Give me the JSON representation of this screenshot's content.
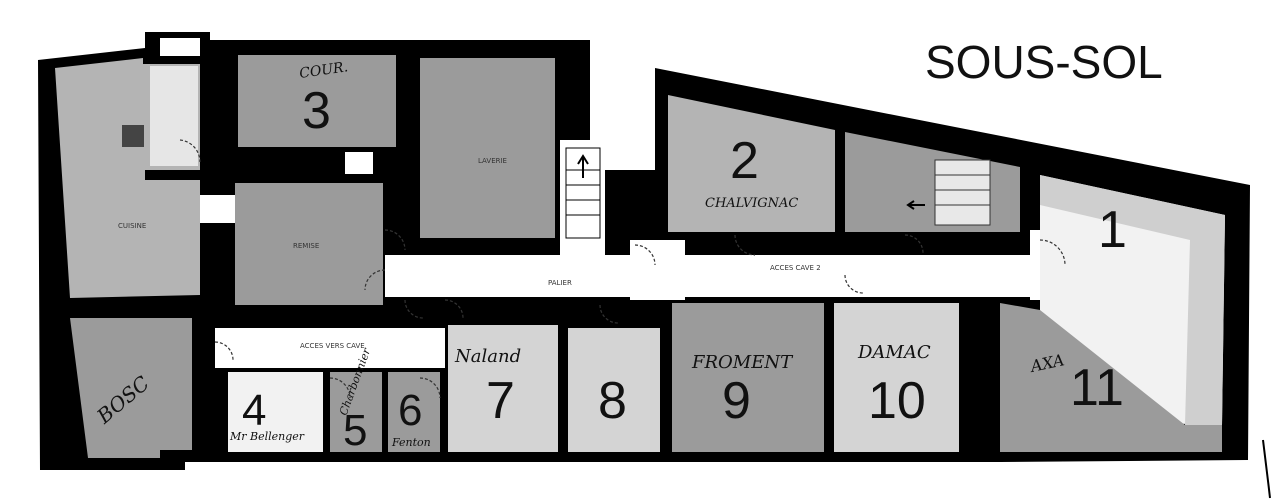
{
  "plan": {
    "title": "SOUS-SOL",
    "rooms": [
      {
        "id": "1",
        "number": "1",
        "tenant": ""
      },
      {
        "id": "2",
        "number": "2",
        "tenant": "CHALVIGNAC"
      },
      {
        "id": "3",
        "number": "3",
        "tenant": "COUR."
      },
      {
        "id": "4",
        "number": "4",
        "tenant": "Mr Bellenger"
      },
      {
        "id": "5",
        "number": "5",
        "tenant": "Charbonnier"
      },
      {
        "id": "6",
        "number": "6",
        "tenant": "Fenton"
      },
      {
        "id": "7",
        "number": "7",
        "tenant": "Naland"
      },
      {
        "id": "8",
        "number": "8",
        "tenant": ""
      },
      {
        "id": "9",
        "number": "9",
        "tenant": "FROMENT"
      },
      {
        "id": "10",
        "number": "10",
        "tenant": "DAMAC"
      },
      {
        "id": "11",
        "number": "11",
        "tenant": "AXA"
      },
      {
        "id": "bosc",
        "number": "",
        "tenant": "BOSC"
      }
    ],
    "small_labels": {
      "palier": "PALIER",
      "acces_vers_cave": "ACCES VERS CAVE",
      "acces_cave_2": "ACCES CAVE 2",
      "laverie": "LAVERIE",
      "remise": "REMISE",
      "cuisine": "CUISINE"
    },
    "colors": {
      "wall": "#000000",
      "dark_room": "#9b9b9b",
      "light_room": "#d4d4d4",
      "corridor": "#ffffff"
    }
  }
}
